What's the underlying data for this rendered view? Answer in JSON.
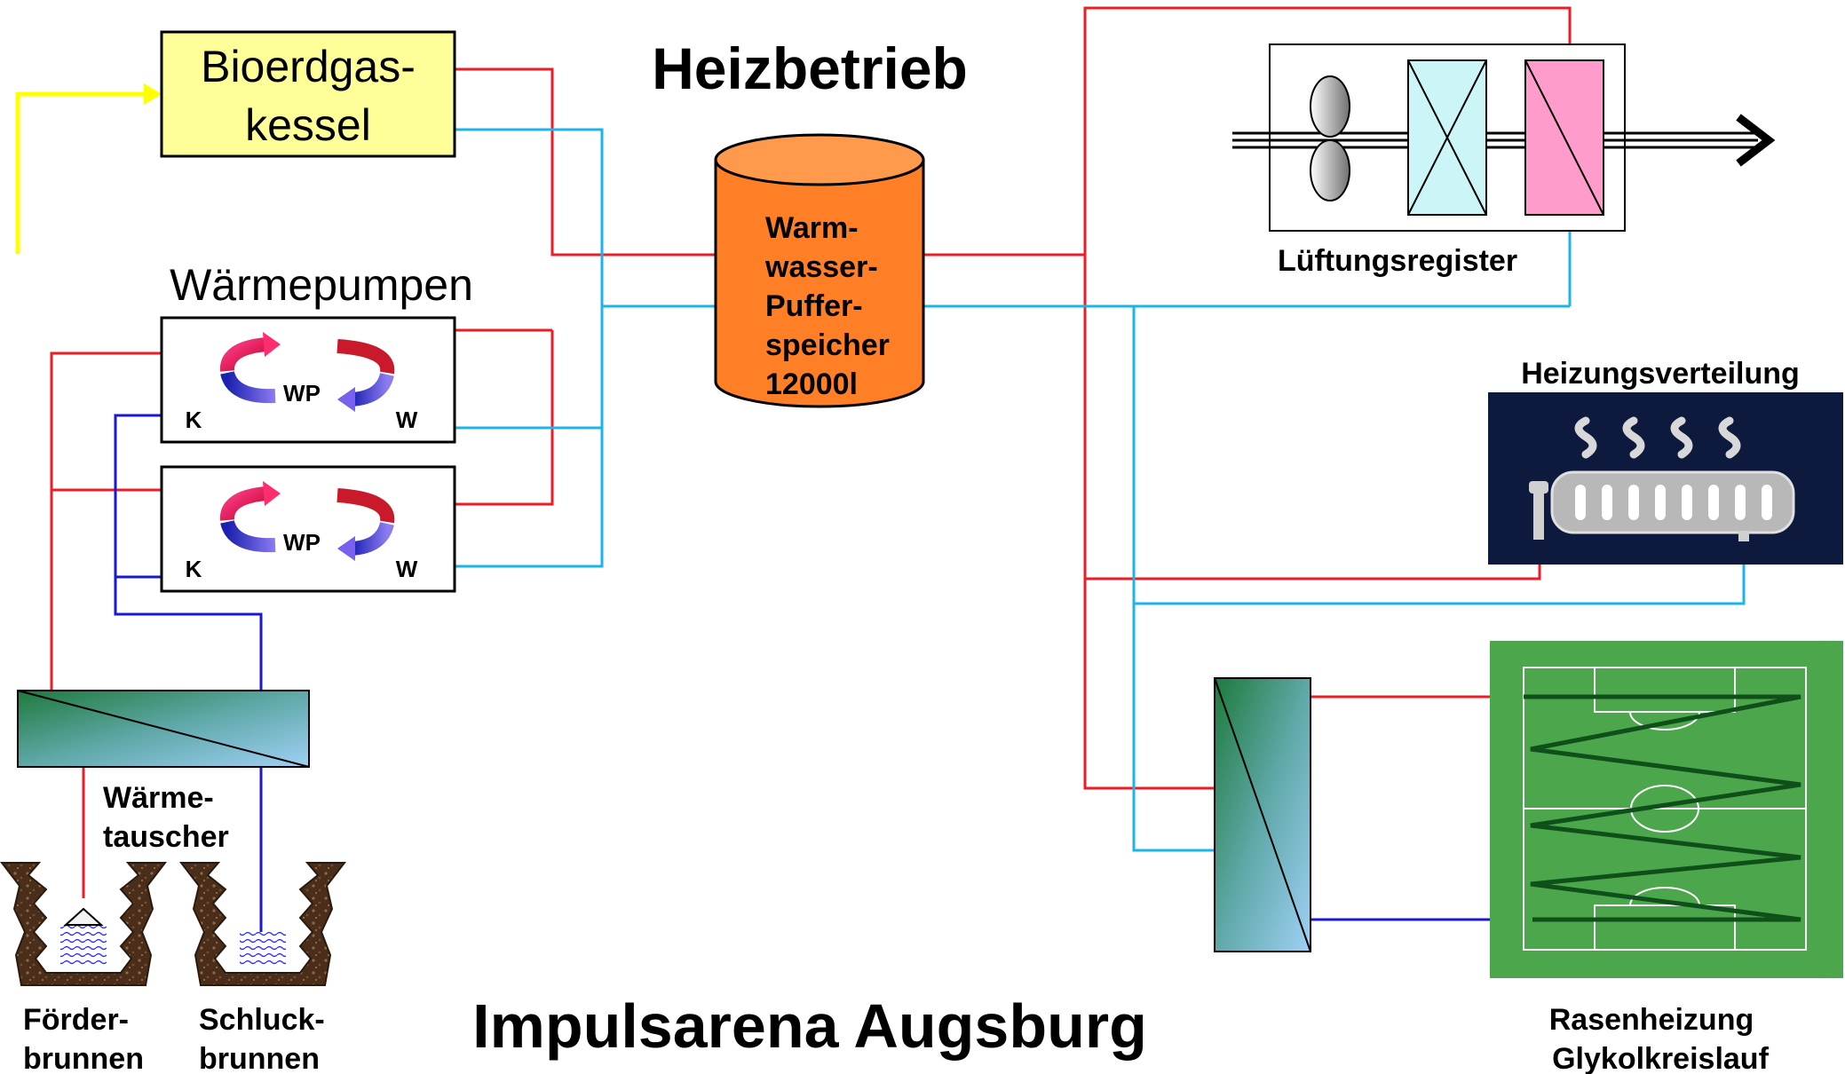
{
  "title": "Heizbetrieb",
  "footer_title": "Impulsarena Augsburg",
  "boiler": {
    "line1": "Bioerdgas-",
    "line2": "kessel"
  },
  "heat_pumps": {
    "heading": "Wärmepumpen",
    "unit_label": "WP",
    "cold_side": "K",
    "warm_side": "W"
  },
  "buffer_tank": {
    "lines": [
      "Warm-",
      "wasser-",
      "Puffer-",
      "speicher",
      "12000l"
    ]
  },
  "ventilation": {
    "label": "Lüftungsregister"
  },
  "heating_distribution": {
    "label": "Heizungsverteilung"
  },
  "heat_exchanger": {
    "line1": "Wärme-",
    "line2": "tauscher"
  },
  "wells": {
    "supply": {
      "line1": "Förder-",
      "line2": "brunnen"
    },
    "return": {
      "line1": "Schluck-",
      "line2": "brunnen"
    }
  },
  "lawn_heating": {
    "line1": "Rasenheizung",
    "line2": "Glykolkreislauf"
  },
  "colors": {
    "supply_red": "#ee1c24",
    "return_cyan": "#1cb4ea",
    "well_blue": "#1a1acc",
    "input_yellow": "#ffff00",
    "boiler_fill": "#ffff99",
    "tank_orange": "#ff7f27",
    "pitch_green": "#4ca64c",
    "radiator_panel": "#0d1a3d"
  }
}
